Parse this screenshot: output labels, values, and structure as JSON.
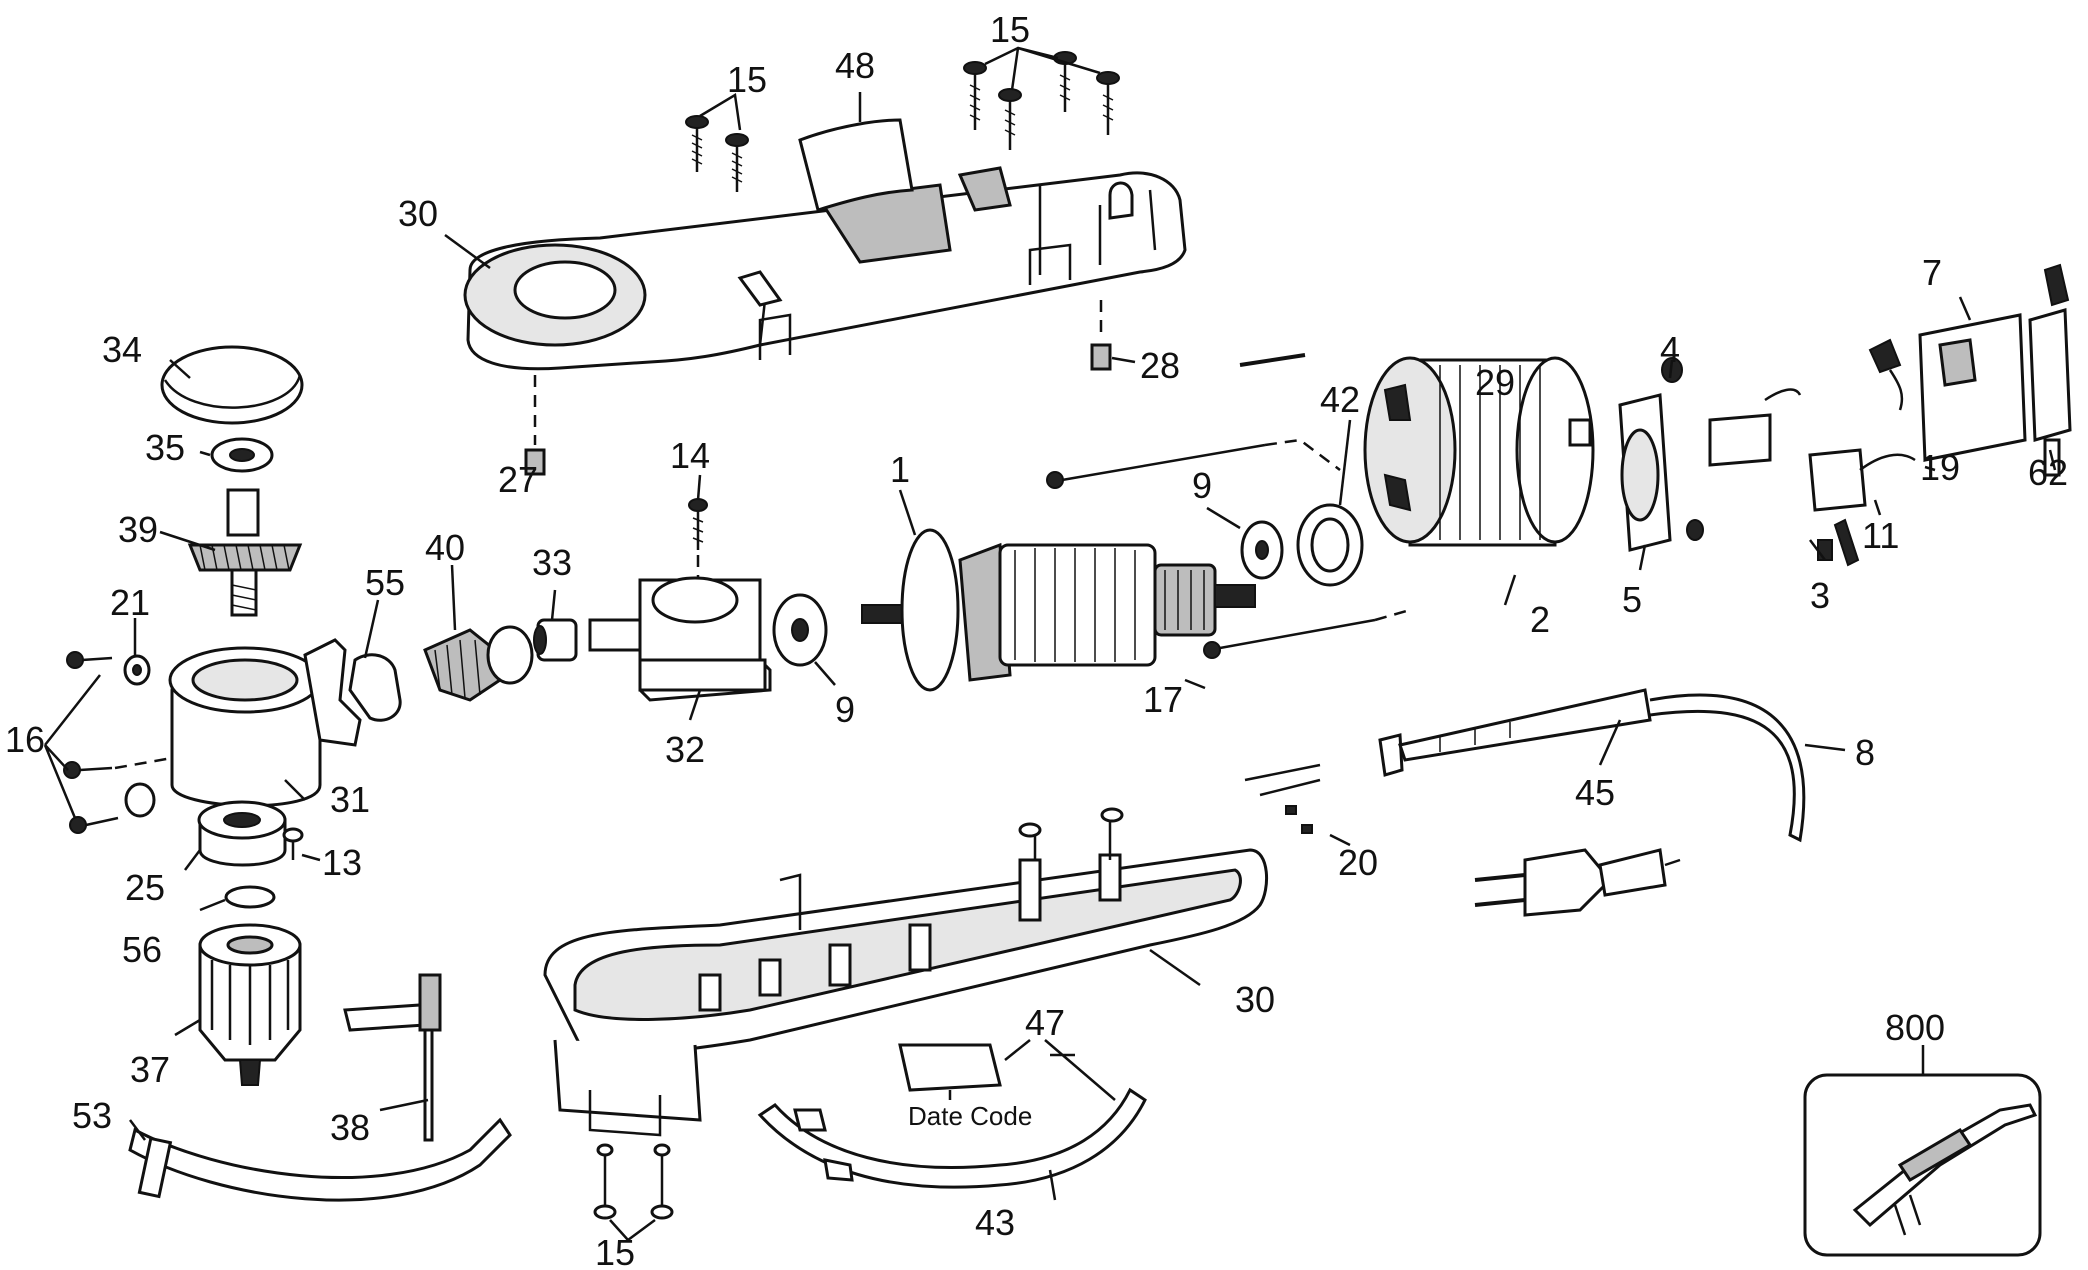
{
  "labels": {
    "l1": "1",
    "l2": "2",
    "l3": "3",
    "l4": "4",
    "l5": "5",
    "l7": "7",
    "l8": "8",
    "l9a": "9",
    "l9b": "9",
    "l11": "11",
    "l13": "13",
    "l14": "14",
    "l15a": "15",
    "l15b": "15",
    "l15c": "15",
    "l16": "16",
    "l17": "17",
    "l19": "19",
    "l20": "20",
    "l21": "21",
    "l25": "25",
    "l27": "27",
    "l28": "28",
    "l29": "29",
    "l30a": "30",
    "l30b": "30",
    "l31": "31",
    "l32": "32",
    "l33": "33",
    "l34": "34",
    "l35": "35",
    "l37": "37",
    "l38": "38",
    "l39": "39",
    "l40": "40",
    "l42": "42",
    "l43": "43",
    "l45": "45",
    "l47": "47",
    "l48": "48",
    "l53": "53",
    "l55": "55",
    "l56": "56",
    "l62": "62",
    "l800": "800"
  },
  "date_code": "Date Code"
}
